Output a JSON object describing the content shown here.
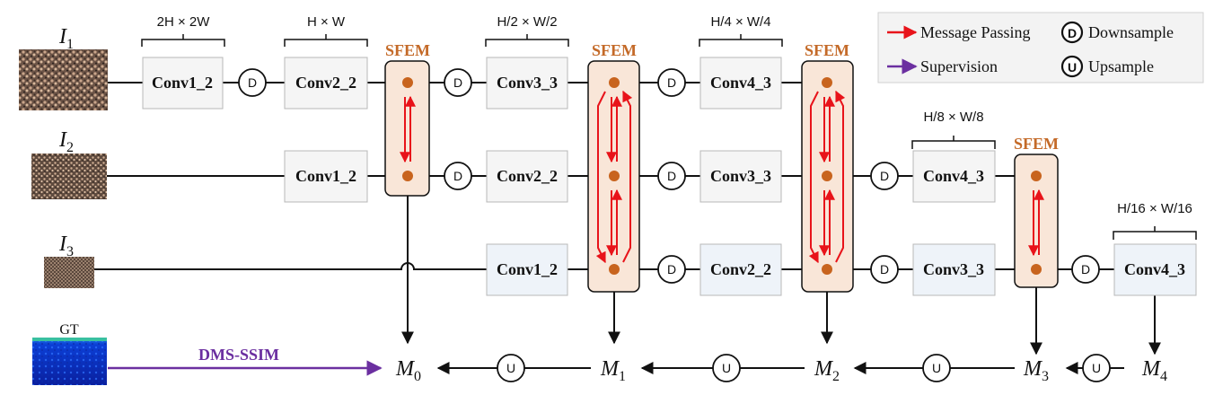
{
  "inputs": [
    {
      "base": "I",
      "sub": "1"
    },
    {
      "base": "I",
      "sub": "2"
    },
    {
      "base": "I",
      "sub": "3"
    }
  ],
  "gt_label": "GT",
  "scales": [
    "2H × 2W",
    "H × W",
    "H/2 × W/2",
    "H/4 × W/4",
    "H/8 × W/8",
    "H/16 × W/16"
  ],
  "conv_row1": [
    "Conv1_2",
    "Conv2_2",
    "Conv3_3",
    "Conv4_3"
  ],
  "conv_row2": [
    "Conv1_2",
    "Conv2_2",
    "Conv3_3",
    "Conv4_3"
  ],
  "conv_row3": [
    "Conv1_2",
    "Conv2_2",
    "Conv3_3",
    "Conv4_3"
  ],
  "sfem_label": "SFEM",
  "down_symbol": "D",
  "up_symbol": "U",
  "outputs": [
    {
      "base": "M",
      "sub": "0"
    },
    {
      "base": "M",
      "sub": "1"
    },
    {
      "base": "M",
      "sub": "2"
    },
    {
      "base": "M",
      "sub": "3"
    },
    {
      "base": "M",
      "sub": "4"
    }
  ],
  "supervision_label": "DMS-SSIM",
  "legend": {
    "message_passing": "Message Passing",
    "supervision": "Supervision",
    "downsample_symbol": "D",
    "downsample": "Downsample",
    "upsample_symbol": "U",
    "upsample": "Upsample"
  },
  "colors": {
    "message_arrow": "#e8131a",
    "supervision_arrow": "#6b2fa0",
    "sfem_fill": "#f9e6d8",
    "sfem_node": "#c8641e",
    "sfem_label": "#c46a28",
    "conv_fill": "#f5f5f5",
    "conv_fill_blue": "#eef3f9"
  }
}
